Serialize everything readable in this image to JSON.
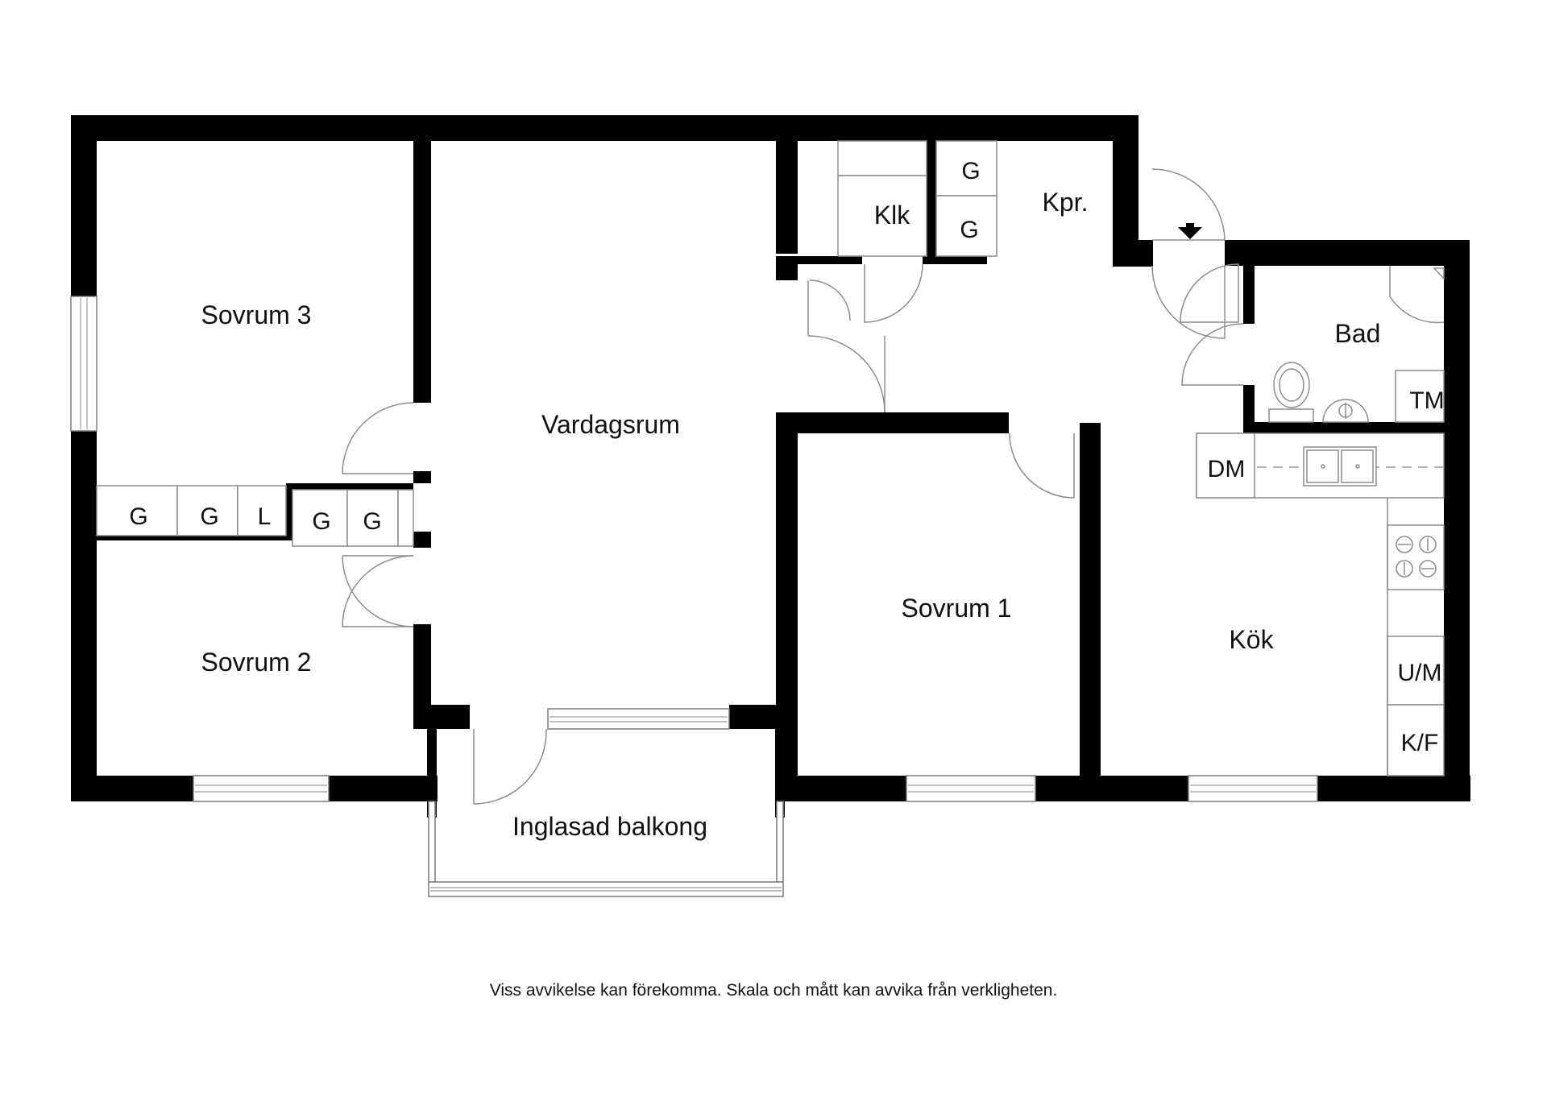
{
  "rooms": {
    "sovrum3": "Sovrum 3",
    "sovrum2": "Sovrum 2",
    "sovrum1": "Sovrum 1",
    "vardagsrum": "Vardagsrum",
    "klk": "Klk",
    "kpr": "Kpr.",
    "bad": "Bad",
    "kok": "Kök",
    "balkong": "Inglasad balkong"
  },
  "storage": {
    "g1": "G",
    "g2": "G",
    "l": "L",
    "g3": "G",
    "g4": "G",
    "g_top": "G",
    "g_bottom": "G"
  },
  "appliances": {
    "tm": "TM",
    "dm": "DM",
    "um": "U/M",
    "kf": "K/F"
  },
  "disclaimer": "Viss avvikelse kan förekomma. Skala och mått kan avvika från verkligheten.",
  "colors": {
    "wall": "#000000",
    "fixture_line": "#8c8c8c",
    "background": "#ffffff"
  }
}
